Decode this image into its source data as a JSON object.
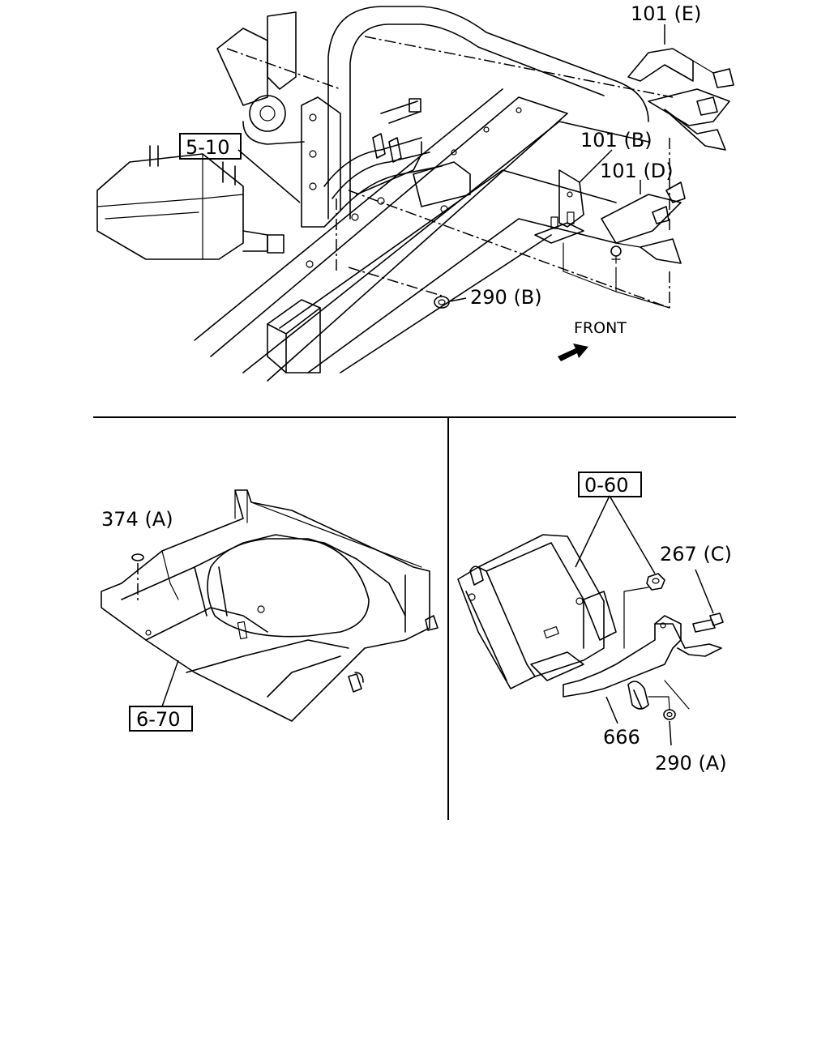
{
  "callouts": {
    "p101e": "101 (E)",
    "p101b": "101 (B)",
    "p101d": "101 (D)",
    "p290b": "290 (B)",
    "p374a": "374 (A)",
    "p267c": "267 (C)",
    "p666": "666",
    "p290a": "290 (A)"
  },
  "refs": {
    "r510": "5-10",
    "r670": "6-70",
    "r060": "0-60"
  },
  "front_label": "FRONT",
  "icons": {
    "front_arrow": "arrow-right-icon"
  }
}
